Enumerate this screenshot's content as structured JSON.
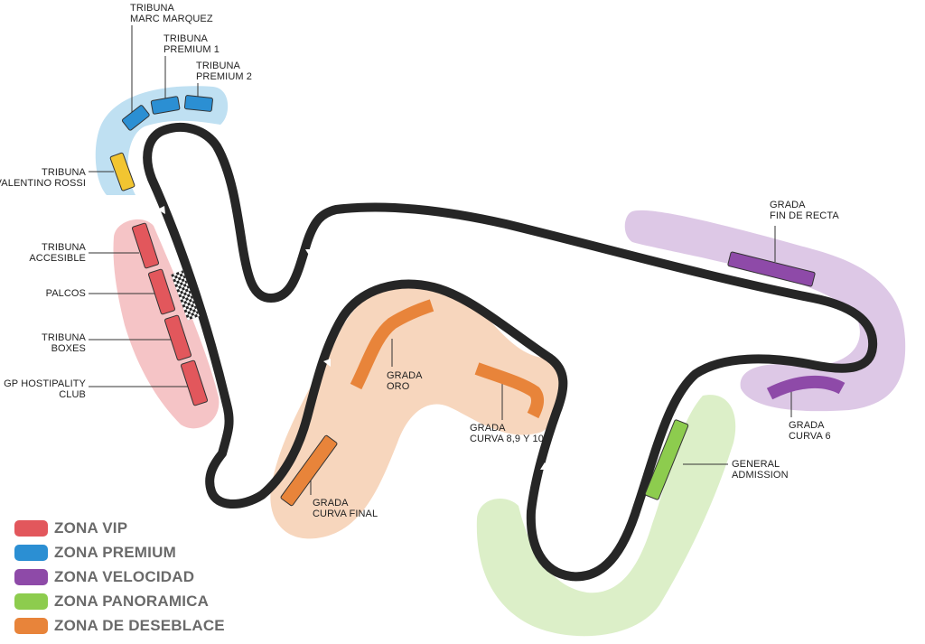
{
  "zones": {
    "vip": {
      "label": "ZONA VIP",
      "color": "#e2575c",
      "bg": "#f5c4c6"
    },
    "premium": {
      "label": "ZONA PREMIUM",
      "color": "#2b8fd3",
      "bg": "#bfe0f2"
    },
    "velocidad": {
      "label": "ZONA VELOCIDAD",
      "color": "#8e4aa8",
      "bg": "#ddc8e6"
    },
    "panoramica": {
      "label": "ZONA PANORAMICA",
      "color": "#8dcc4e",
      "bg": "#dcefc8"
    },
    "deseblace": {
      "label": "ZONA DE DESEBLACE",
      "color": "#e8843a",
      "bg": "#f7d6bd"
    }
  },
  "stands": {
    "marc_marquez": {
      "line1": "TRIBUNA",
      "line2": "MARC MARQUEZ"
    },
    "premium_1": {
      "line1": "TRIBUNA",
      "line2": "PREMIUM 1"
    },
    "premium_2": {
      "line1": "TRIBUNA",
      "line2": "PREMIUM 2"
    },
    "valentino_rossi": {
      "line1": "TRIBUNA",
      "line2": "VALENTINO ROSSI"
    },
    "accesible": {
      "line1": "TRIBUNA",
      "line2": "ACCESIBLE"
    },
    "palcos": {
      "line1": "PALCOS"
    },
    "boxes": {
      "line1": "TRIBUNA",
      "line2": "BOXES"
    },
    "hospitality": {
      "line1": "GP HOSTIPALITY",
      "line2": "CLUB"
    },
    "fin_de_recta": {
      "line1": "GRADA",
      "line2": "FIN DE RECTA"
    },
    "oro": {
      "line1": "GRADA",
      "line2": "ORO"
    },
    "curva_8910": {
      "line1": "GRADA",
      "line2": "CURVA 8,9 Y 10"
    },
    "curva_6": {
      "line1": "GRADA",
      "line2": "CURVA 6"
    },
    "general_admission": {
      "line1": "GENERAL",
      "line2": "ADMISSION"
    },
    "curva_final": {
      "line1": "GRADA",
      "line2": "CURVA FINAL"
    }
  }
}
